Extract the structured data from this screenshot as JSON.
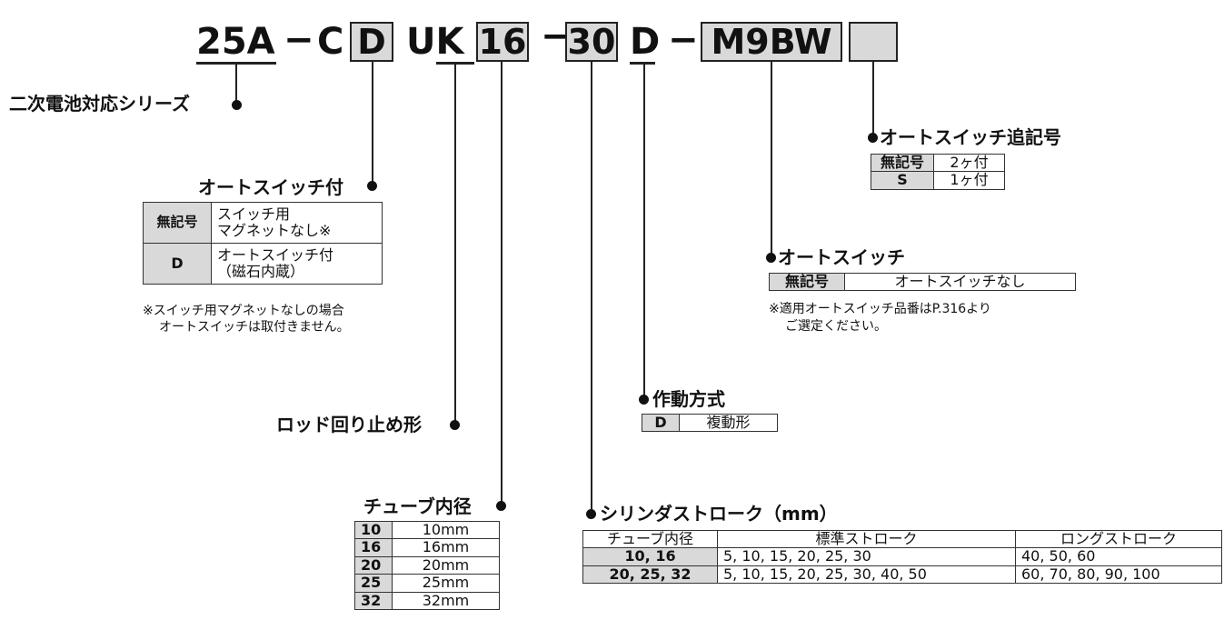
{
  "code": {
    "p1": "25A",
    "dash1": "−",
    "p2": "C",
    "box_d": "D",
    "p3": "UK",
    "box_bore": "16",
    "dash2": "−",
    "box_stroke": "30",
    "p4": "D",
    "dash3": "−",
    "box_switch": "M9BW",
    "box_suffix": ""
  },
  "series_label": "二次電池対応シリーズ",
  "autoswitch_mounted": {
    "title": "オートスイッチ付",
    "rows": [
      {
        "key": "無記号",
        "l1": "スイッチ用",
        "l2": "マグネットなし※"
      },
      {
        "key": "D",
        "l1": "オートスイッチ付",
        "l2": "（磁石内蔵）"
      }
    ],
    "note1": "※スイッチ用マグネットなしの場合",
    "note2": "オートスイッチは取付きません。"
  },
  "rod_label": "ロッド回り止め形",
  "bore": {
    "title": "チューブ内径",
    "rows": [
      {
        "key": "10",
        "val": "10mm"
      },
      {
        "key": "16",
        "val": "16mm"
      },
      {
        "key": "20",
        "val": "20mm"
      },
      {
        "key": "25",
        "val": "25mm"
      },
      {
        "key": "32",
        "val": "32mm"
      }
    ]
  },
  "action": {
    "title": "作動方式",
    "key": "D",
    "val": "複動形"
  },
  "stroke": {
    "title": "シリンダストローク（mm）",
    "headers": [
      "チューブ内径",
      "標準ストローク",
      "ロングストローク"
    ],
    "rows": [
      {
        "bore": "10, 16",
        "std": "5, 10, 15, 20, 25, 30",
        "long": "40, 50, 60"
      },
      {
        "bore": "20, 25, 32",
        "std": "5, 10, 15, 20, 25, 30, 40, 50",
        "long": "60, 70, 80, 90, 100"
      }
    ]
  },
  "autoswitch": {
    "title": "オートスイッチ",
    "key": "無記号",
    "val": "オートスイッチなし",
    "note1": "※適用オートスイッチ品番はP.316より",
    "note2": "ご選定ください。"
  },
  "switch_qty": {
    "title": "オートスイッチ追記号",
    "rows": [
      {
        "key": "無記号",
        "val": "2ヶ付"
      },
      {
        "key": "S",
        "val": "1ヶ付"
      }
    ]
  }
}
